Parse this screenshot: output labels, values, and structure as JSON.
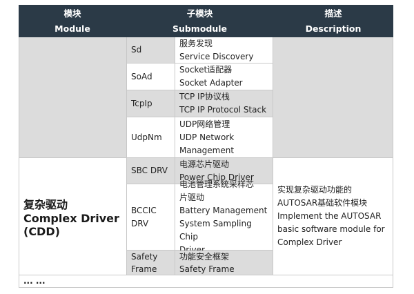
{
  "header": {
    "module_cn": "模块",
    "module_en": "Module",
    "submodule_cn": "子模块",
    "submodule_en": "Submodule",
    "description_cn": "描述",
    "description_en": "Description"
  },
  "rows": [
    {
      "sub": "Sd",
      "desc": [
        "服务发现",
        "Service Discovery"
      ]
    },
    {
      "sub": "SoAd",
      "desc": [
        "Socket适配器",
        "Socket Adapter"
      ]
    },
    {
      "sub": "TcpIp",
      "desc": [
        "TCP IP协议栈",
        "TCP IP Protocol Stack"
      ]
    },
    {
      "sub": "UdpNm",
      "desc": [
        "UDP网络管理",
        "UDP Network",
        "Management"
      ]
    },
    {
      "sub": "SBC DRV",
      "desc": [
        "电源芯片驱动",
        "Power Chip Driver"
      ]
    },
    {
      "sub": [
        "BCCIC",
        "DRV"
      ],
      "desc": [
        "电池管理系统采样芯",
        "片驱动",
        "Battery Management",
        "System Sampling Chip",
        "Driver"
      ]
    },
    {
      "sub": [
        "Safety",
        "Frame"
      ],
      "desc": [
        "功能安全框架",
        "Safety Frame"
      ]
    }
  ],
  "cdd": {
    "module": [
      "复杂驱动",
      "Complex Driver",
      "(CDD)"
    ],
    "description": [
      "实现复杂驱动功能的",
      "AUTOSAR基础软件模块",
      "Implement the AUTOSAR",
      "basic software module for",
      "Complex Driver"
    ]
  },
  "footer": "... ..."
}
